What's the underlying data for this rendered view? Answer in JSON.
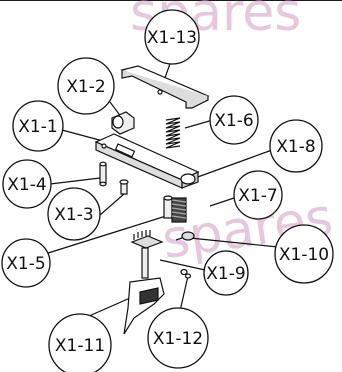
{
  "diagram": {
    "watermark_text": "spares",
    "callouts": [
      {
        "id": "X1-13",
        "label": "X1-13"
      },
      {
        "id": "X1-2",
        "label": "X1-2"
      },
      {
        "id": "X1-1",
        "label": "X1-1"
      },
      {
        "id": "X1-6",
        "label": "X1-6"
      },
      {
        "id": "X1-8",
        "label": "X1-8"
      },
      {
        "id": "X1-4",
        "label": "X1-4"
      },
      {
        "id": "X1-7",
        "label": "X1-7"
      },
      {
        "id": "X1-3",
        "label": "X1-3"
      },
      {
        "id": "X1-5",
        "label": "X1-5"
      },
      {
        "id": "X1-10",
        "label": "X1-10"
      },
      {
        "id": "X1-9",
        "label": "X1-9"
      },
      {
        "id": "X1-11",
        "label": "X1-11"
      },
      {
        "id": "X1-12",
        "label": "X1-12"
      }
    ]
  }
}
